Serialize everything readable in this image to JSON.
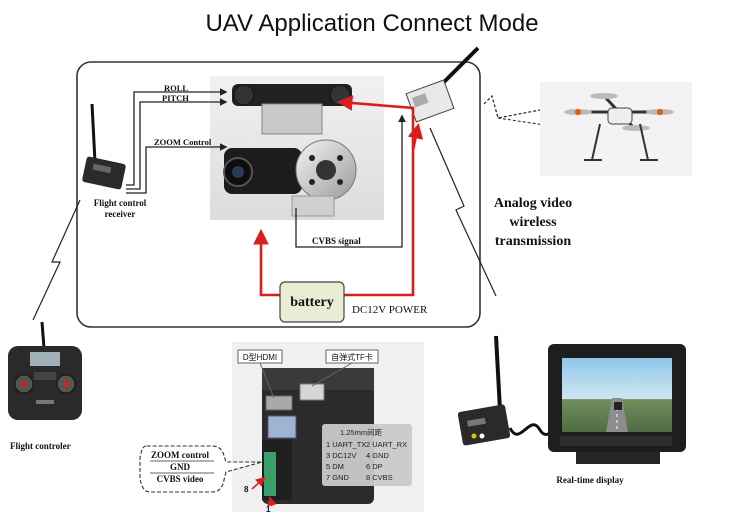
{
  "title": "UAV Application Connect Mode",
  "labels": {
    "roll": "ROLL",
    "pitch": "PITCH",
    "zoom_control": "ZOOM Control",
    "flight_control_receiver_line1": "Flight control",
    "flight_control_receiver_line2": "receiver",
    "cvbs_signal": "CVBS signal",
    "battery": "battery",
    "dc12v_power": "DC12V POWER",
    "analog_line1": "Analog video",
    "analog_line2": "wireless",
    "analog_line3": "transmission",
    "flight_controller": "Flight controler",
    "realtime_display": "Real-time display",
    "hdmi_tag": "D型HDMI",
    "tf_tag": "自弹式TF卡",
    "pin_ruler": "1.25mm间距",
    "pins": [
      "1 UART_TX",
      "2 UART_RX",
      "3 DC12V",
      "4 GND",
      "5 DM",
      "6 DP",
      "7 GND",
      "8 CVBS"
    ],
    "pin_8": "8",
    "pin_1": "1",
    "bubble": [
      "ZOOM control",
      "GND",
      "CVBS video"
    ]
  },
  "colors": {
    "power_line": "#d81e1e",
    "signal_line": "#222222",
    "frame": "#333333",
    "battery_fill": "#e9edd6"
  }
}
